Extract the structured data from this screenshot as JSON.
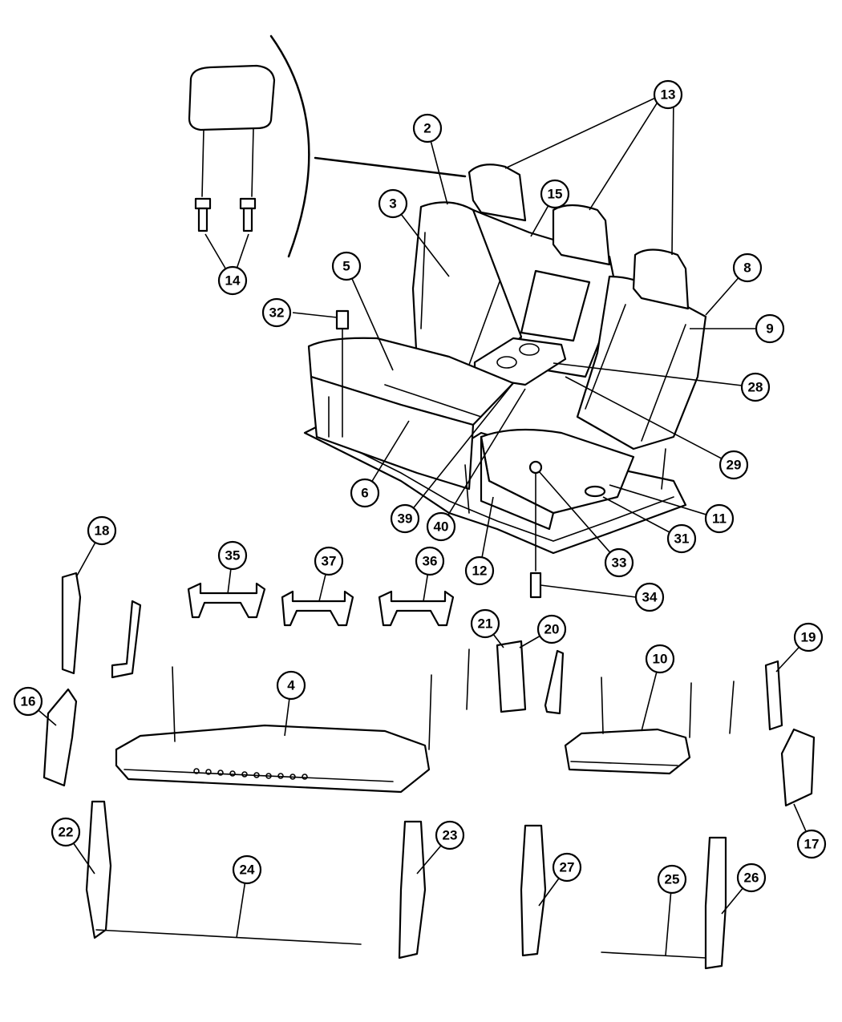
{
  "diagram": {
    "callouts": {
      "c2": "2",
      "c3": "3",
      "c4": "4",
      "c5": "5",
      "c6": "6",
      "c8": "8",
      "c9": "9",
      "c10": "10",
      "c11": "11",
      "c12": "12",
      "c13": "13",
      "c14": "14",
      "c15": "15",
      "c16": "16",
      "c17": "17",
      "c18": "18",
      "c19": "19",
      "c20": "20",
      "c21": "21",
      "c22": "22",
      "c23": "23",
      "c24": "24",
      "c25": "25",
      "c26": "26",
      "c27": "27",
      "c28": "28",
      "c29": "29",
      "c31": "31",
      "c32": "32",
      "c33": "33",
      "c34": "34",
      "c35": "35",
      "c36": "36",
      "c37": "37",
      "c39": "39",
      "c40": "40"
    }
  }
}
